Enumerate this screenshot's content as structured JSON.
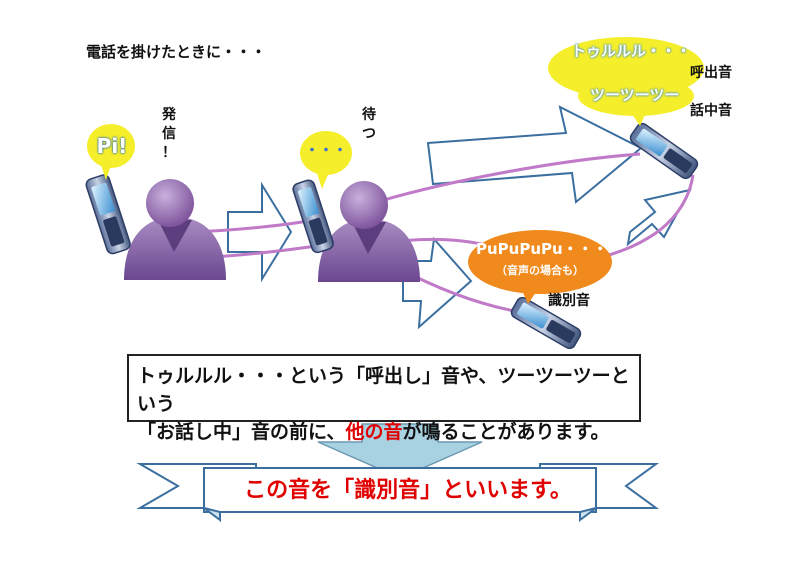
{
  "title": "電話を掛けたときに・・・",
  "caller": {
    "bubble": "Pi!",
    "label_chars": [
      "発",
      "信",
      "！"
    ]
  },
  "waiter": {
    "bubble": "・・・",
    "label_chars": [
      "待",
      "つ"
    ]
  },
  "top_bubble": {
    "line1": "トゥルルル・・・",
    "line1_label": "呼出音",
    "line2": "ツーツーツー",
    "line2_label": "話中音"
  },
  "mid_bubble": {
    "line1": "PuPuPuPu・・・",
    "line2": "（音声の場合も）",
    "label": "識別音"
  },
  "explanation": {
    "line1": "トゥルルル・・・という「呼出し」音や、ツーツーツーという",
    "line2_a": "「お話し中」音の前に、",
    "line2_red": "他の音",
    "line2_b": "が鳴ることがあります。"
  },
  "conclusion": "この音を「識別音」といいます。",
  "colors": {
    "person": "#8a62a4",
    "person_dark": "#4a2b66",
    "curve": "#c07ac8",
    "yellow_bubble": "#f5ee2a",
    "orange_bubble": "#f08a1c",
    "down_arrow": "#a8d2e2",
    "ribbon_stroke": "#3b6fa0",
    "highlight": "#e00000"
  }
}
